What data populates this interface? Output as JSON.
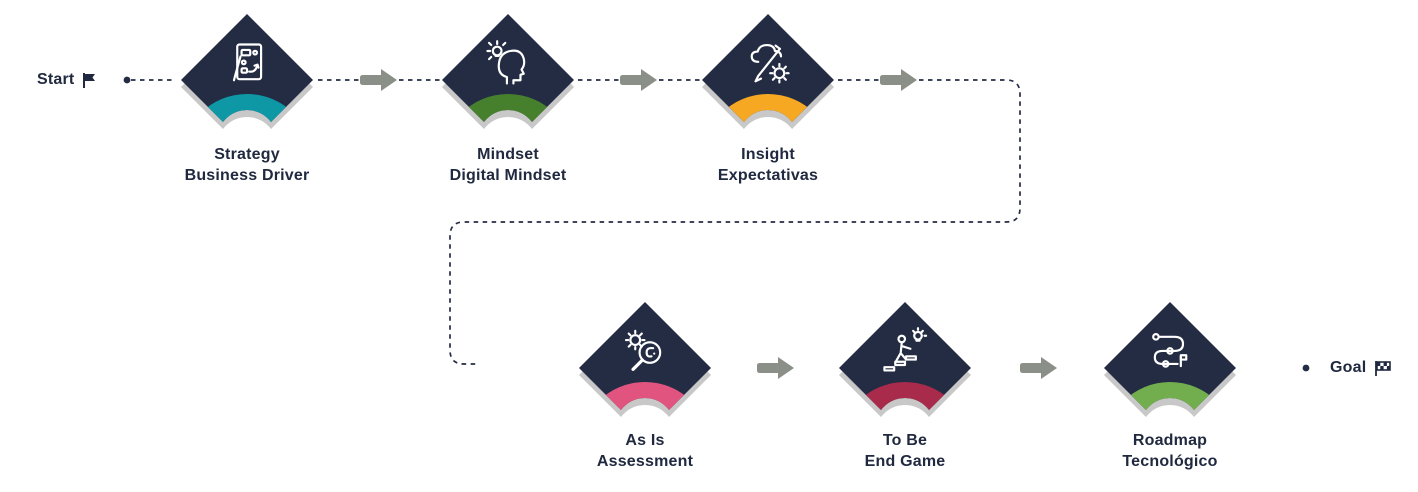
{
  "colors": {
    "background": "#ffffff",
    "diamond": "#242c44",
    "shadow": "#c8c8c8",
    "arrow": "#8a9088",
    "connector": "#242c44",
    "text": "#20293f",
    "icon": "#ffffff"
  },
  "start": {
    "label": "Start",
    "icon": "flag-icon"
  },
  "goal": {
    "label": "Goal",
    "icon": "checkered-flag-icon"
  },
  "steps": [
    {
      "line1": "Strategy",
      "line2": "Business Driver",
      "accent": "#0e98a5",
      "icon": "strategy-tablet-icon"
    },
    {
      "line1": "Mindset",
      "line2": "Digital Mindset",
      "accent": "#47802c",
      "icon": "head-lightbulb-icon"
    },
    {
      "line1": "Insight",
      "line2": "Expectativas",
      "accent": "#f7a823",
      "icon": "cloud-pencil-gear-icon"
    },
    {
      "line1": "As Is",
      "line2": "Assessment",
      "accent": "#e25480",
      "icon": "magnifier-gear-icon"
    },
    {
      "line1": "To Be",
      "line2": "End Game",
      "accent": "#a82b4b",
      "icon": "stairs-person-bulb-icon"
    },
    {
      "line1": "Roadmap",
      "line2": "Tecnológico",
      "accent": "#72ae4e",
      "icon": "route-flag-icon"
    }
  ]
}
